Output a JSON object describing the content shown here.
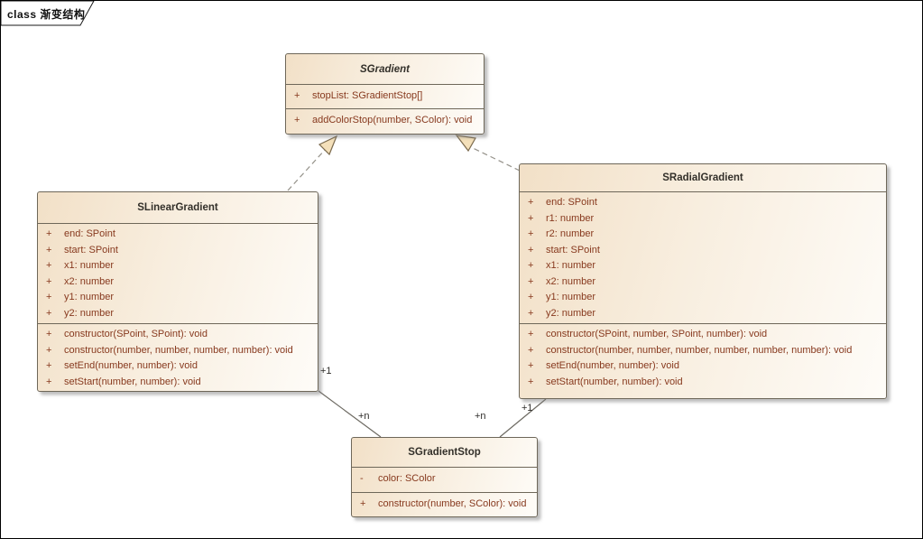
{
  "frame": {
    "label": "class 渐变结构"
  },
  "classes": [
    {
      "name": "SGradient",
      "abstract": true,
      "attributes": [
        {
          "visibility": "+",
          "text": "stopList: SGradientStop[]"
        }
      ],
      "methods": [
        {
          "visibility": "+",
          "text": "addColorStop(number, SColor): void"
        }
      ]
    },
    {
      "name": "SLinearGradient",
      "abstract": false,
      "attributes": [
        {
          "visibility": "+",
          "text": "end: SPoint"
        },
        {
          "visibility": "+",
          "text": "start: SPoint"
        },
        {
          "visibility": "+",
          "text": "x1: number"
        },
        {
          "visibility": "+",
          "text": "x2: number"
        },
        {
          "visibility": "+",
          "text": "y1: number"
        },
        {
          "visibility": "+",
          "text": "y2: number"
        }
      ],
      "methods": [
        {
          "visibility": "+",
          "text": "constructor(SPoint, SPoint): void"
        },
        {
          "visibility": "+",
          "text": "constructor(number, number, number, number): void"
        },
        {
          "visibility": "+",
          "text": "setEnd(number, number): void"
        },
        {
          "visibility": "+",
          "text": "setStart(number, number): void"
        }
      ]
    },
    {
      "name": "SRadialGradient",
      "abstract": false,
      "attributes": [
        {
          "visibility": "+",
          "text": "end: SPoint"
        },
        {
          "visibility": "+",
          "text": "r1: number"
        },
        {
          "visibility": "+",
          "text": "r2: number"
        },
        {
          "visibility": "+",
          "text": "start: SPoint"
        },
        {
          "visibility": "+",
          "text": "x1: number"
        },
        {
          "visibility": "+",
          "text": "x2: number"
        },
        {
          "visibility": "+",
          "text": "y1: number"
        },
        {
          "visibility": "+",
          "text": "y2: number"
        }
      ],
      "methods": [
        {
          "visibility": "+",
          "text": "constructor(SPoint, number, SPoint, number): void"
        },
        {
          "visibility": "+",
          "text": "constructor(number, number, number, number, number, number): void"
        },
        {
          "visibility": "+",
          "text": "setEnd(number, number): void"
        },
        {
          "visibility": "+",
          "text": "setStart(number, number): void"
        }
      ]
    },
    {
      "name": "SGradientStop",
      "abstract": false,
      "attributes": [
        {
          "visibility": "-",
          "text": "color: SColor"
        }
      ],
      "methods": [
        {
          "visibility": "+",
          "text": "constructor(number, SColor): void"
        }
      ]
    }
  ],
  "relations": {
    "linear_to_gradient": {
      "type": "realization"
    },
    "radial_to_gradient": {
      "type": "realization"
    },
    "linear_to_stop": {
      "type": "association",
      "source_multiplicity": "+1",
      "target_multiplicity": "+n"
    },
    "radial_to_stop": {
      "type": "association",
      "source_multiplicity": "+1",
      "target_multiplicity": "+n"
    }
  },
  "colors": {
    "background": "#ffffff",
    "frame_border": "#000000",
    "box_border": "#6e6759",
    "box_fill_start": "#f2e0c7",
    "box_fill_end": "#fefcf8",
    "title_text": "#33302a",
    "member_text": "#87391e",
    "arrow_fill": "#f4e0ba",
    "arrow_stroke": "#7b6a4d",
    "dashed_line": "#95928a",
    "solid_line": "#6d6a62"
  }
}
